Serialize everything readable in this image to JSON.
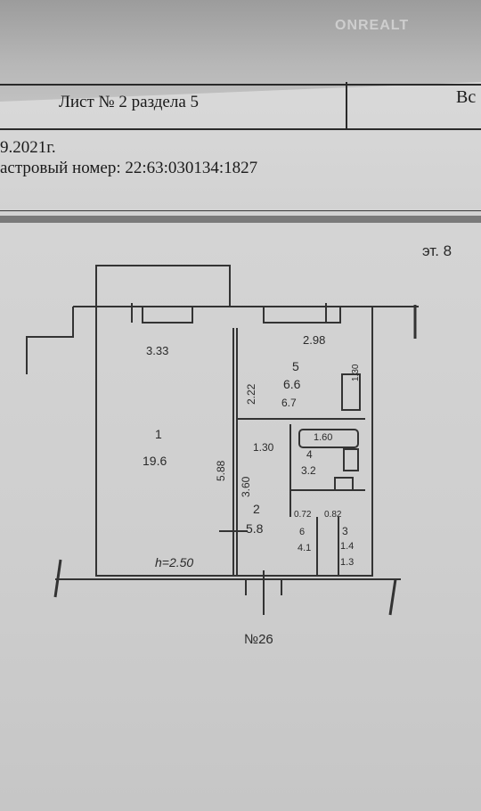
{
  "watermark": "ONREALT",
  "header": {
    "sheet_label": "Лист № 2 раздела 5",
    "vs_label": "Вс",
    "date_fragment": "9.2021г.",
    "cadastral_fragment": "астровый номер: 22:63:030134:1827"
  },
  "plan": {
    "floor_label": "эт. 8",
    "house_number": "№26",
    "ceiling_height": "h=2.50",
    "dimensions": {
      "room1_width": "3.33",
      "room5_width": "2.98",
      "room5_depth": "2.22",
      "room1_depth": "5.88",
      "hall_width": "1.30",
      "hall_depth": "3.60",
      "bath_dim_a": "1.60",
      "small_dim_a": "0.72",
      "small_dim_b": "0.82",
      "kitchen_side": "1.30"
    },
    "rooms": [
      {
        "number": "1",
        "area": "19.6"
      },
      {
        "number": "2",
        "area": "5.8"
      },
      {
        "number": "4",
        "area": "3.2"
      },
      {
        "number": "5",
        "area": "6.6",
        "area_alt": "6.7"
      },
      {
        "number": "3",
        "area": "1.4",
        "area_alt": "1.3"
      },
      {
        "number": "6",
        "area": "4.1"
      }
    ]
  }
}
